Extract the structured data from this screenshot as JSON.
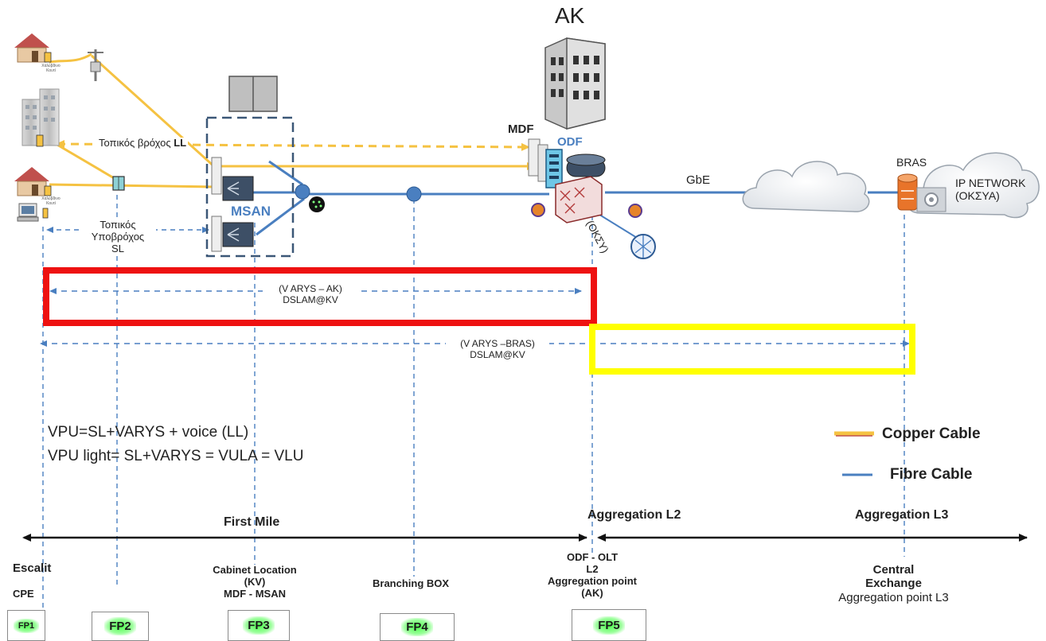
{
  "title": "AK",
  "labels": {
    "local_loop": "Τοπικός βρόχος",
    "local_loop_suffix": "LL",
    "sub_loop_line1": "Τοπικός",
    "sub_loop_line2": "Υποβρόχος",
    "sub_loop_line3": "SL",
    "copper_box": "Χαλύβδινο Κουτί",
    "msan": "MSAN",
    "mdf": "MDF",
    "odf": "ODF",
    "gbe": "GbE",
    "bras": "BRAS",
    "oksy": "(ΟΚΣΥ)",
    "ip_network_line1": "IP NETWORK",
    "ip_network_line2": "(ΟΚΣΥΑ)"
  },
  "spans": {
    "varys_ak_line1": "(V ARYS – AK)",
    "varys_ak_line2": "DSLAM@KV",
    "varys_bras_line1": "(V ARYS –BRAS)",
    "varys_bras_line2": "DSLAM@KV"
  },
  "formulas": {
    "vpu": "VPU=SL+VARYS + voice (LL)",
    "vpu_light": "VPU light= SL+VARYS = VULA = VLU"
  },
  "legend": {
    "copper": "Copper Cable",
    "fibre": "Fibre Cable",
    "copper_color": "#f5c242",
    "fibre_color": "#4a7fc0"
  },
  "segments": {
    "first_mile": "First Mile",
    "aggregation_l2": "Aggregation L2",
    "aggregation_l3": "Aggregation L3"
  },
  "locations": {
    "escalit": "Escalit",
    "cpe": "CPE",
    "cabinet_line1": "Cabinet Location",
    "cabinet_line2": "(KV)",
    "cabinet_line3": "MDF - MSAN",
    "branching": "Branching BOX",
    "odf_line1": "ODF - OLT",
    "odf_line2": "L2",
    "odf_line3": "Aggregation point",
    "odf_line4": "(AK)",
    "central_line1": "Central",
    "central_line2": "Exchange",
    "central_line3": "Aggregation point L3"
  },
  "flex_points": {
    "fp1": "FP1",
    "fp2": "FP2",
    "fp3": "FP3",
    "fp4": "FP4",
    "fp5": "FP5"
  },
  "highlight_colors": {
    "red": "#ee1111",
    "yellow": "#ffff00"
  }
}
